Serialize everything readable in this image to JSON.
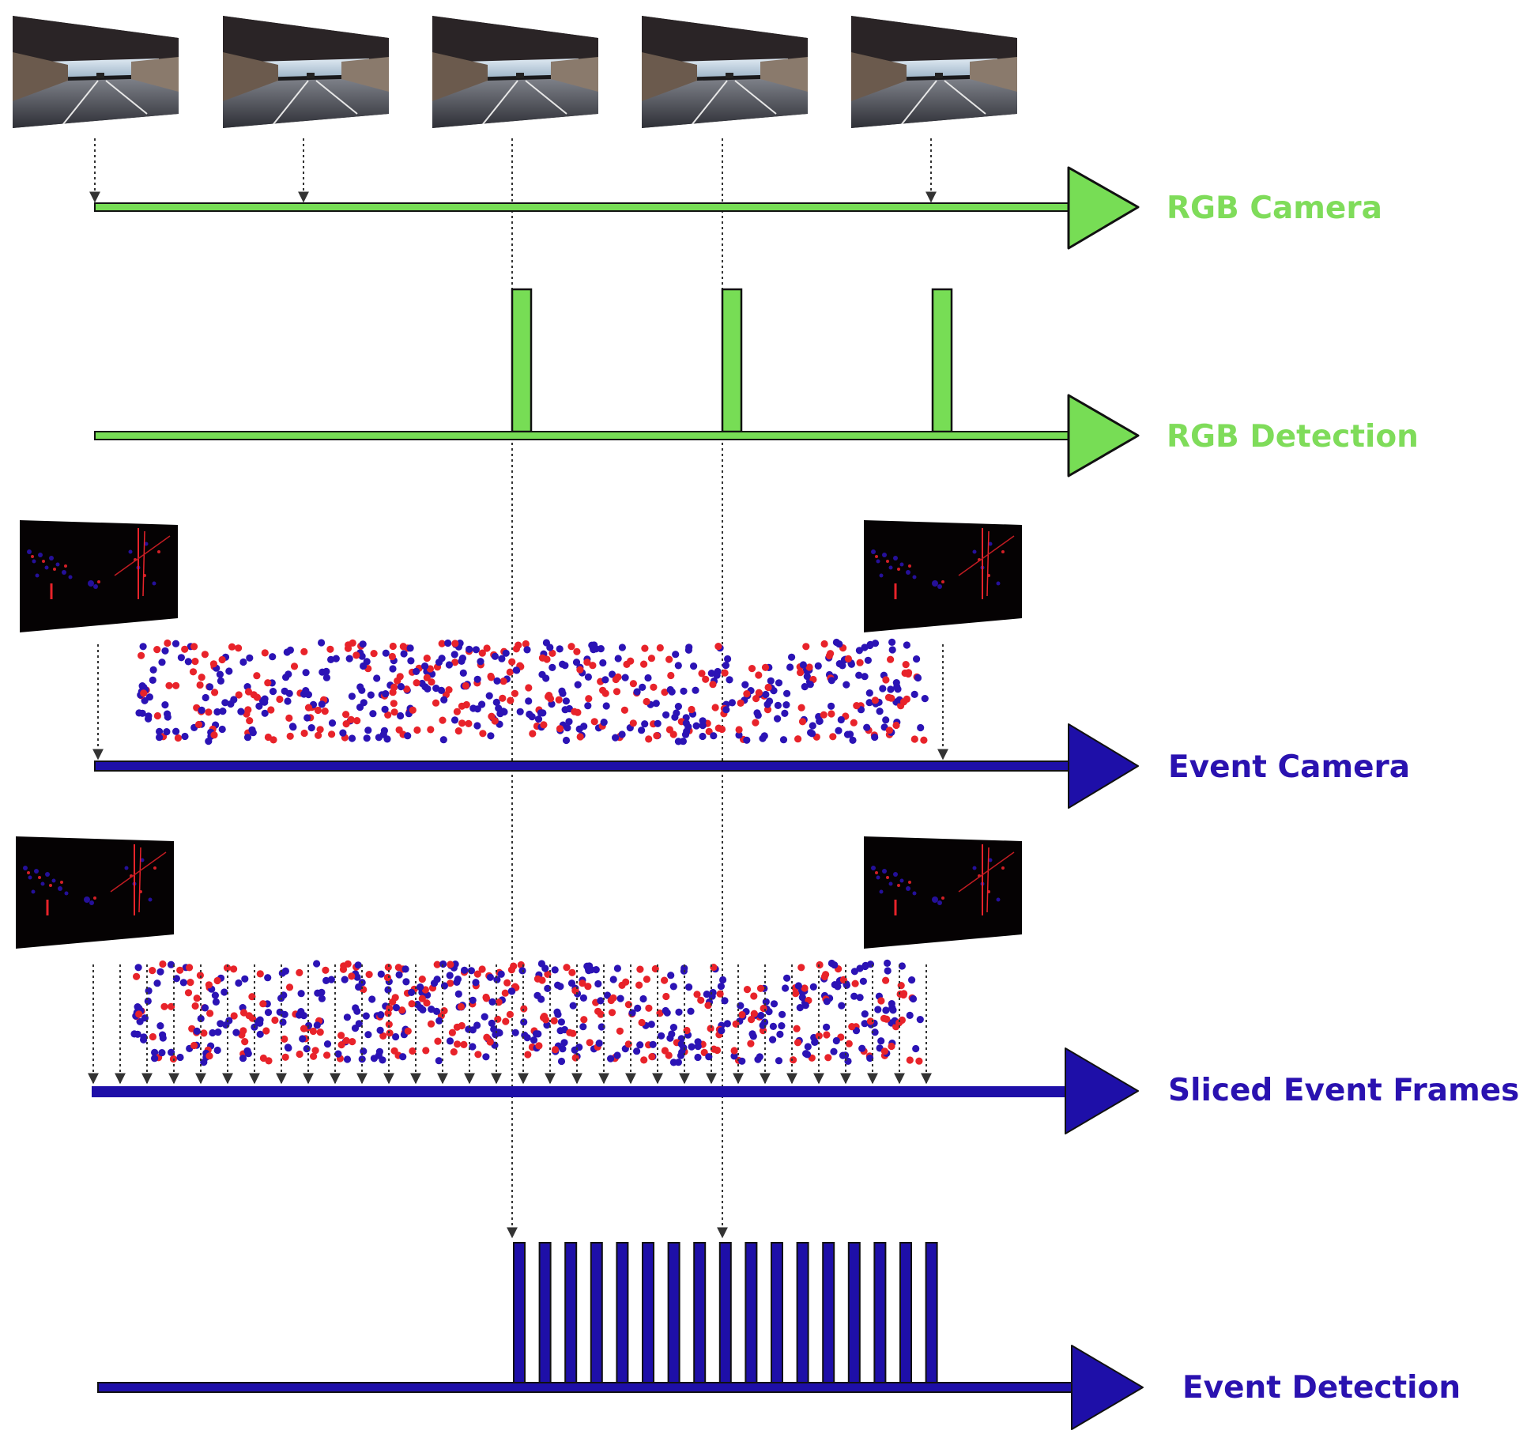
{
  "colors": {
    "rgb_green": "#77dd55",
    "rgb_label": "#7fdc5a",
    "event_blue": "#1e0fa8",
    "event_label": "#2a12b0",
    "positive_event": "#e8232a",
    "negative_event": "#2b13b5",
    "guide_line": "#333333"
  },
  "timelines": {
    "rgb_camera": {
      "label": "RGB Camera"
    },
    "rgb_detection": {
      "label": "RGB Detection"
    },
    "event_camera": {
      "label": "Event Camera"
    },
    "sliced_frames": {
      "label": "Sliced Event Frames"
    },
    "event_detection": {
      "label": "Event Detection"
    }
  },
  "images": {
    "rgb_frames": [
      "road-scene",
      "road-scene",
      "road-scene",
      "road-scene",
      "road-scene"
    ],
    "event_frames": [
      "event-scene",
      "event-scene",
      "event-scene",
      "event-scene"
    ]
  }
}
